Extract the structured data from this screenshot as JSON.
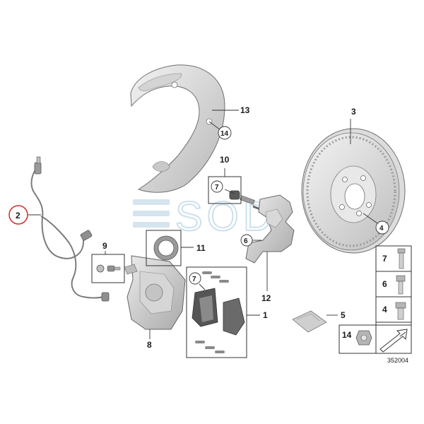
{
  "diagram": {
    "watermark": "SOD",
    "drawing_number": "352004",
    "labels": {
      "p1": "1",
      "p2": "2",
      "p3": "3",
      "p4": "4",
      "p5": "5",
      "p6": "6",
      "p7": "7",
      "p8": "8",
      "p9": "9",
      "p10": "10",
      "p11": "11",
      "p12": "12",
      "p13": "13",
      "p14": "14"
    },
    "legend": [
      {
        "num": "7"
      },
      {
        "num": "6"
      },
      {
        "num": "4"
      },
      {
        "num": "14"
      }
    ],
    "highlight_color": "#cc2b2b"
  }
}
